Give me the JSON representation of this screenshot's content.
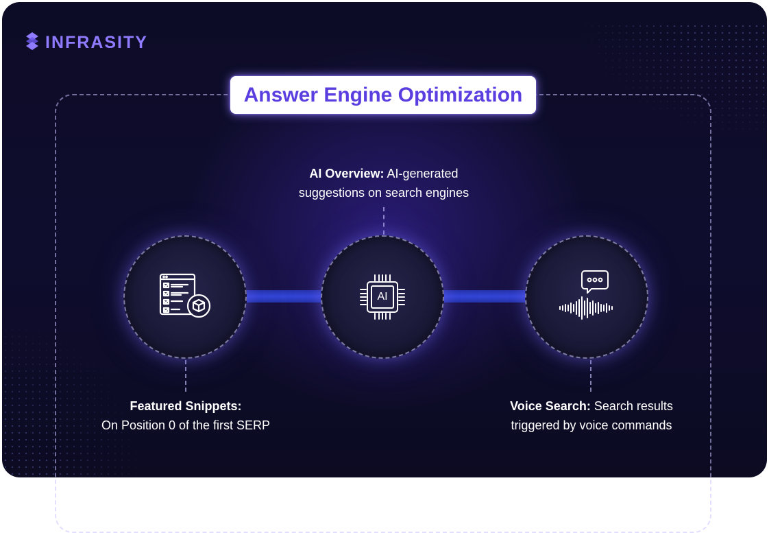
{
  "brand": {
    "name": "INFRASITY",
    "logo_icon": "infrasity-logo-icon",
    "color": "#8f7bff"
  },
  "title": "Answer Engine Optimization",
  "nodes": [
    {
      "id": "featured-snippets",
      "icon": "checklist-box-icon",
      "label_bold": "Featured Snippets:",
      "label_text": "On Position 0 of the first SERP"
    },
    {
      "id": "ai-overview",
      "icon": "ai-chip-icon",
      "chip_text": "AI",
      "label_bold": "AI Overview:",
      "label_text_line1": "AI-generated",
      "label_text_line2": "suggestions on search engines"
    },
    {
      "id": "voice-search",
      "icon": "voice-waveform-chat-icon",
      "label_bold": "Voice Search:",
      "label_text_line1": "Search results",
      "label_text_line2": "triggered by voice commands"
    }
  ],
  "colors": {
    "accent": "#5a3ee0",
    "background": "#0e0d2a",
    "connector": "#3345d8"
  }
}
